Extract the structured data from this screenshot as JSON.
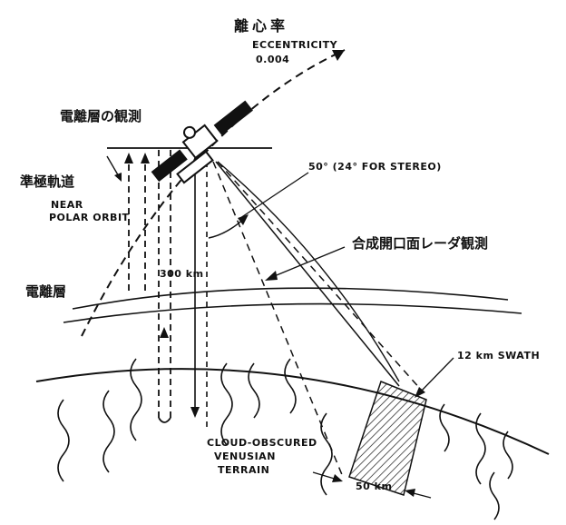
{
  "labels": {
    "eccentricity_jp": "離心率",
    "eccentricity_en": "ECCENTRICITY",
    "eccentricity_value": "0.004",
    "ionosphere_obs_jp": "電離層の観測",
    "near_polar_orbit_jp": "準極軌道",
    "near_polar_orbit_en_1": "NEAR",
    "near_polar_orbit_en_2": "POLAR ORBIT",
    "look_angle": "50° (24° FOR STEREO)",
    "sar_obs_jp": "合成開口面レーダ観測",
    "altitude": "300 km",
    "ionosphere_jp": "電離層",
    "swath": "12 km SWATH",
    "terrain_1": "CLOUD-OBSCURED",
    "terrain_2": "VENUSIAN",
    "terrain_3": "TERRAIN",
    "range_width": "50 km"
  },
  "colors": {
    "ink": "#111111",
    "paper": "#ffffff"
  }
}
